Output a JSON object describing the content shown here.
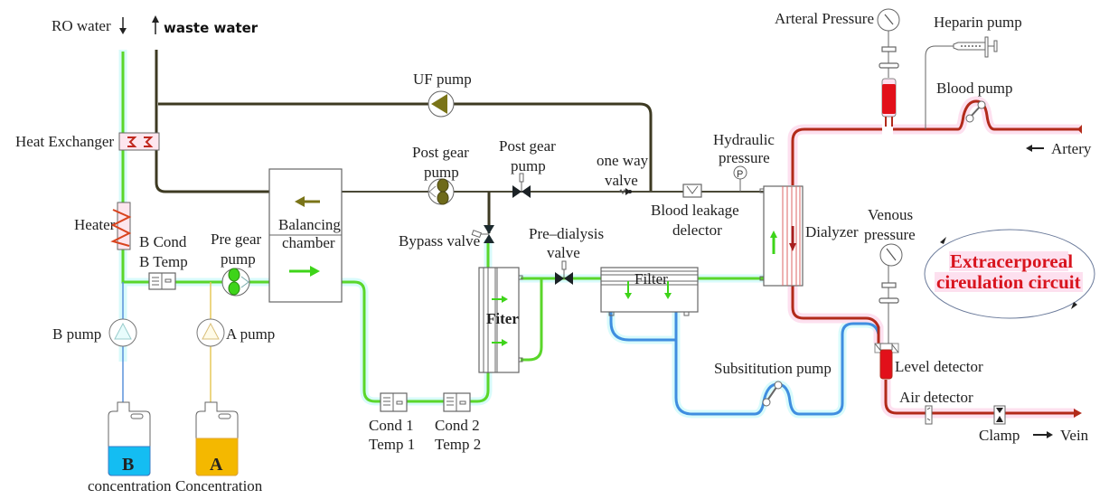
{
  "title": "Hemodialysis machine fluid and extracorporeal circuit diagram",
  "labels": {
    "ro_water": "RO  water",
    "waste_water": "waste water",
    "heat_exchanger": "Heat  Exchanger",
    "heater": "Heater",
    "b_cond_1": "B  Cond",
    "b_cond_2": "B  Temp",
    "pre_gear_pump_1": "Pre  gear",
    "pre_gear_pump_2": "pump",
    "b_pump": "B  pump",
    "a_pump": "A  pump",
    "b_tank_letter": "B",
    "a_tank_letter": "A",
    "b_concentration": "concentration",
    "a_concentration": "Concentration",
    "uf_pump": "UF  pump",
    "balancing_1": "Balancing",
    "balancing_2": "chamber",
    "post_gear_pump_a_1": "Post  gear",
    "post_gear_pump_a_2": "pump",
    "post_gear_pump_b_1": "Post  gear",
    "post_gear_pump_b_2": "pump",
    "one_way_1": "one way",
    "one_way_2": "valve",
    "bypass_valve": "Bypass  valve",
    "pre_dialysis_1": "Pre–dialysis",
    "pre_dialysis_2": "valve",
    "fiter": "Fiter",
    "filter": "Filter",
    "cond1_1": "Cond  1",
    "cond1_2": "Temp  1",
    "cond2_1": "Cond  2",
    "cond2_2": "Temp  2",
    "blood_leak_1": "Blood  leakage",
    "blood_leak_2": "delector",
    "hydraulic_1": "Hydraulic",
    "hydraulic_2": "pressure",
    "hydraulic_gauge": "P",
    "dialyzer": "Dialyzer",
    "arterial_pressure": "Arteral  Pressure",
    "heparin_pump": "Heparin  pump",
    "blood_pump": "Blood  pump",
    "artery": "Artery",
    "venous_1": "Venous",
    "venous_2": "pressure",
    "extracorporeal_1": "Extracerporeal",
    "extracorporeal_2": "cireulation  circuit",
    "substitution_pump": "Subsititution  pump",
    "level_detector": "Level  detector",
    "air_detector": "Air  detector",
    "clamp": "Clamp",
    "vein": "Vein"
  },
  "colors": {
    "dialysate_fresh": "#5ad62a",
    "dialysate_waste": "#3d3a22",
    "blood": "#b22a1a",
    "substitution": "#3f8ee0",
    "concentrate_b": "#14bdf2",
    "concentrate_a": "#f4b800",
    "highlight_text": "#d8141e"
  },
  "icons": {
    "ro_water": "arrow-down-icon",
    "waste_water": "arrow-up-icon",
    "uf_pump": "pump-triangle-icon",
    "gear_pump": "gear-pump-icon",
    "valve": "bowtie-valve-icon",
    "gauge": "pressure-gauge-icon",
    "syringe": "syringe-icon",
    "roller_pump": "roller-pump-icon"
  }
}
